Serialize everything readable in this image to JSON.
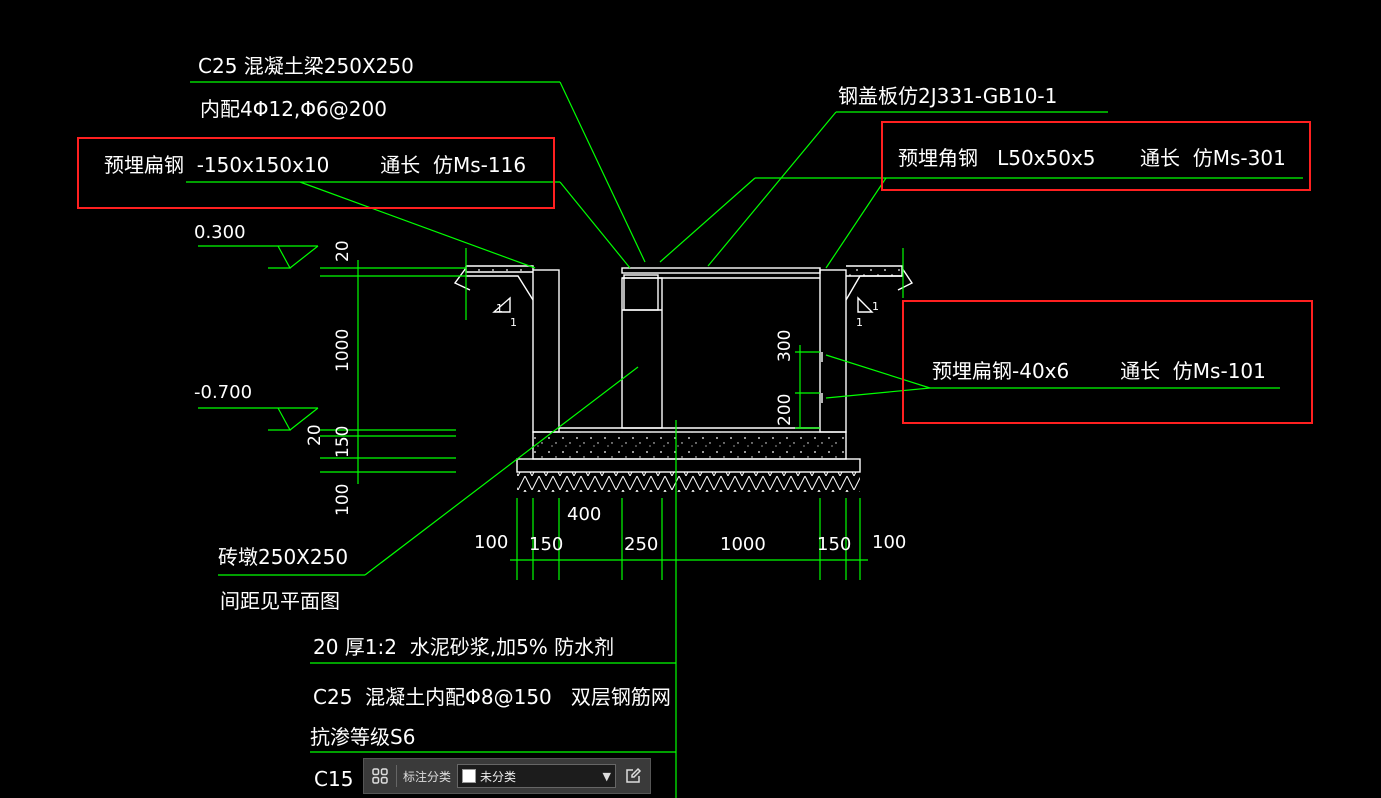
{
  "labels": {
    "beam_line1": "C25  混凝土梁250X250",
    "beam_line2": "内配4Φ12,Φ6@200",
    "cover_plate": "钢盖板仿2J331-GB10-1",
    "flat_steel_top": "预埋扁钢  -150x150x10        通长  仿Ms-116",
    "angle_steel": "预埋角钢   L50x50x5       通长  仿Ms-301",
    "flat_steel_right": "预埋扁钢-40x6        通长  仿Ms-101",
    "pier_line1": "砖墩250X250",
    "pier_line2": "间距见平面图",
    "mortar": "20 厚1:2  水泥砂浆,加5% 防水剂",
    "concrete_line1": "C25  混凝土内配Φ8@150   双层钢筋网",
    "concrete_line2": "抗渗等级S6",
    "bottom_c15": "C15"
  },
  "levels": {
    "top": "0.300",
    "bottom": "-0.700"
  },
  "dimensions": {
    "d20_top": "20",
    "d1000": "1000",
    "d20_mid": "20",
    "d150_left": "150",
    "d100_left": "100",
    "d300": "300",
    "d200": "200",
    "d400": "400",
    "b100_left": "100",
    "b150_left": "150",
    "b250": "250",
    "b1000": "1000",
    "b150_right": "150",
    "b100_right": "100",
    "slope_left": "1",
    "slope_left2": "1",
    "slope_right": "1",
    "slope_right2": "1"
  },
  "toolbar": {
    "label": "标注分类",
    "selected": "未分类",
    "grid_icon": "grid-icon",
    "edit_icon": "edit-icon"
  },
  "colors": {
    "leader": "#00ff00",
    "highlight": "#ff2020",
    "line": "#ffffff",
    "background": "#000000"
  }
}
